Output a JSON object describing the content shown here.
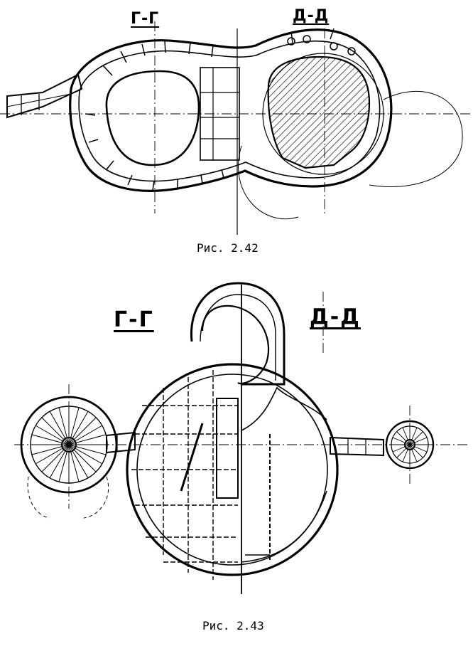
{
  "figure_1": {
    "section_left": "Г-Г",
    "section_right": "Д-Д",
    "caption": "Рис. 2.42"
  },
  "figure_2": {
    "section_left": "Г-Г",
    "section_right": "Д-Д",
    "caption": "Рис. 2.43"
  }
}
